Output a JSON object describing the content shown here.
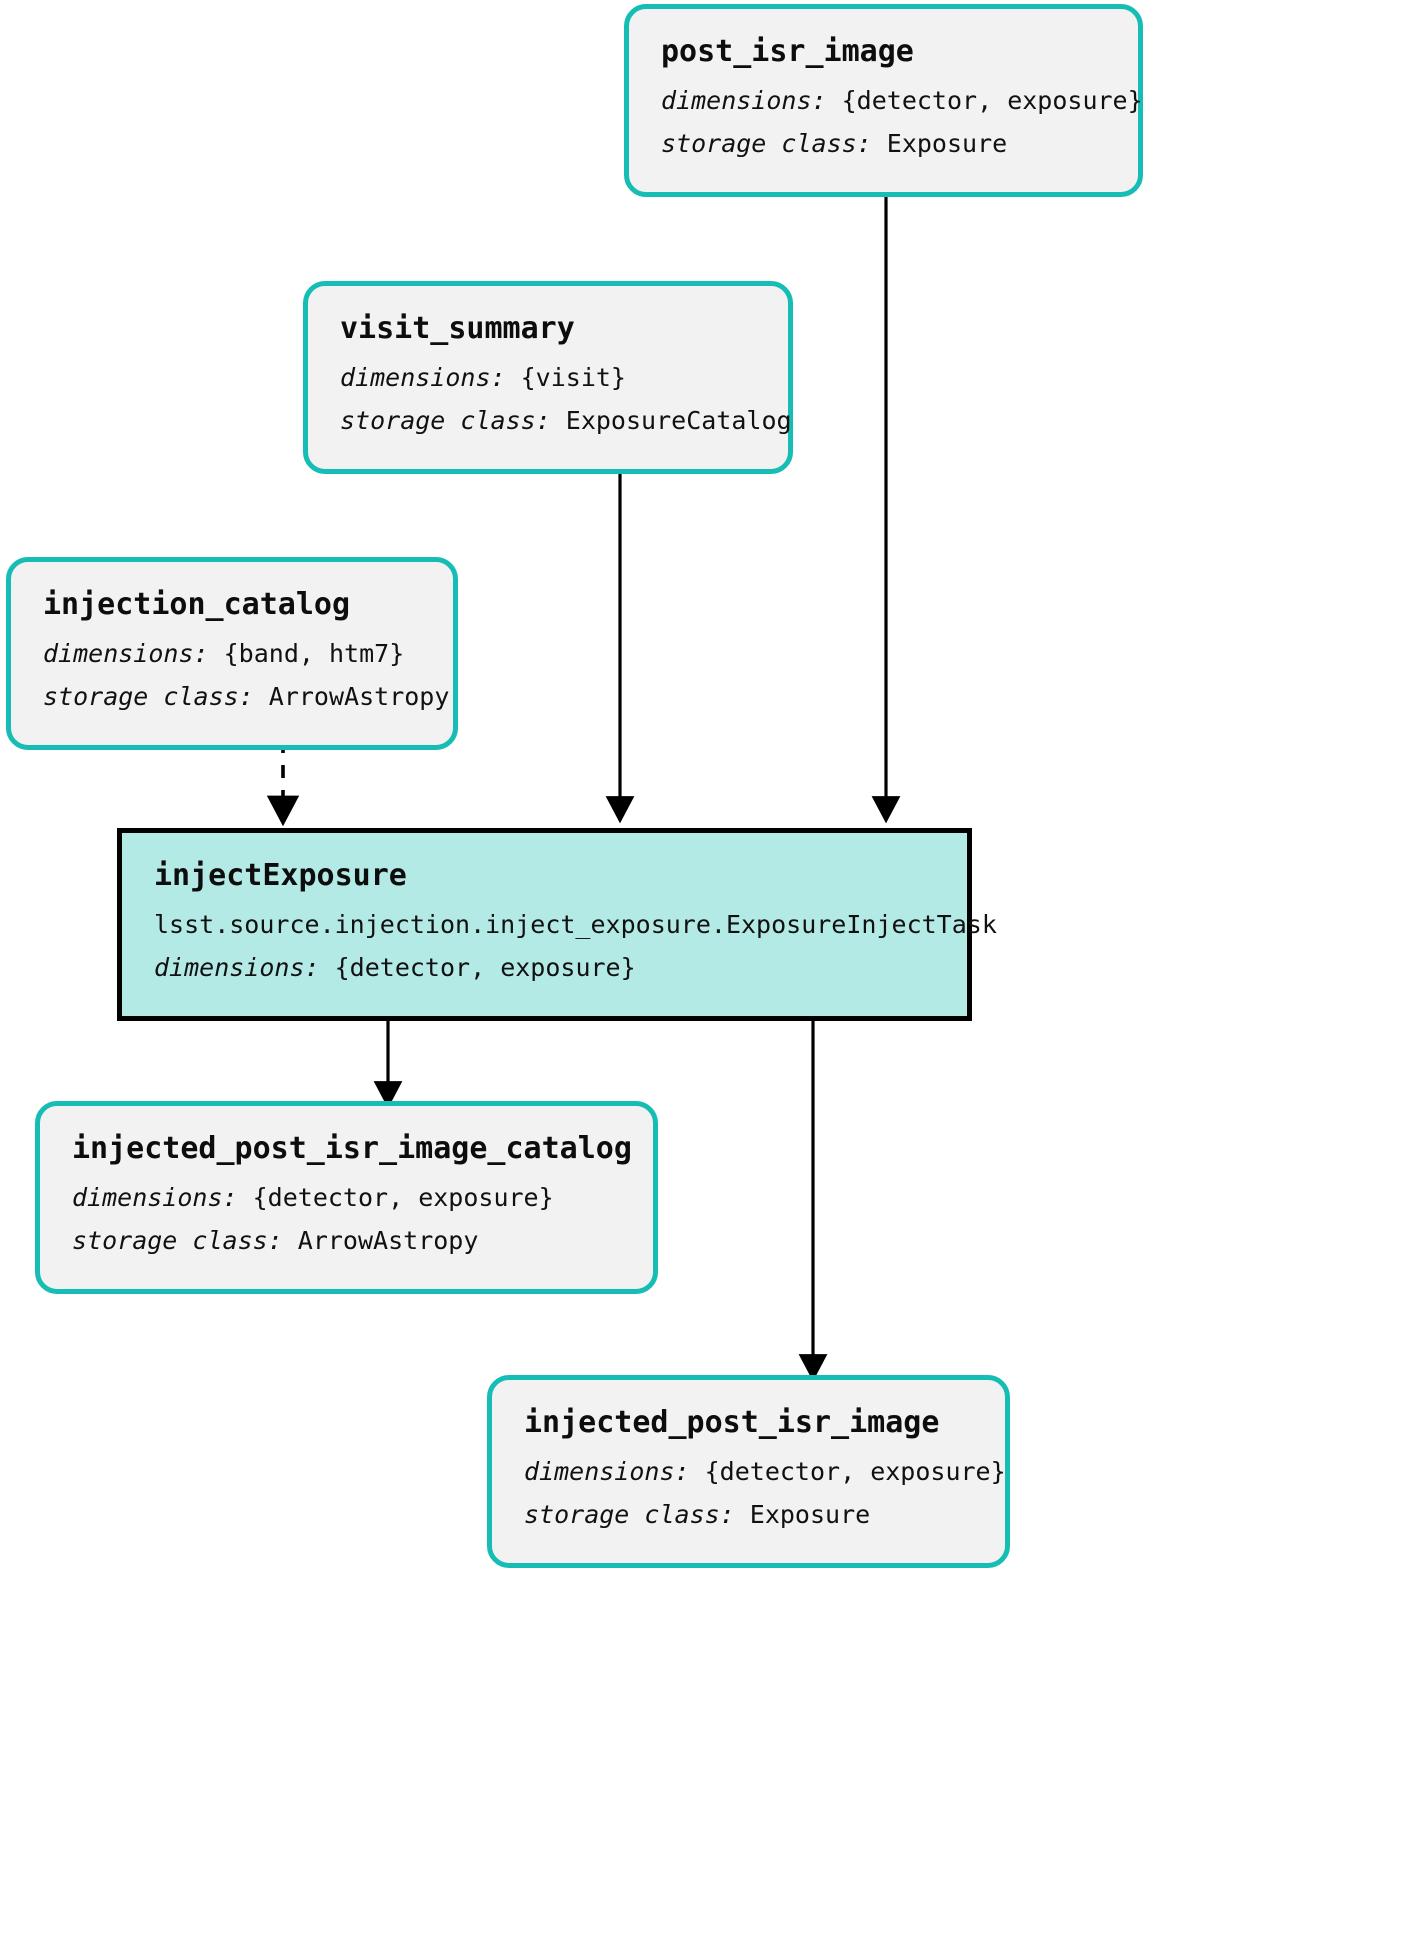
{
  "diagram": {
    "kind": "pipeline-dag",
    "palette": {
      "dataset_border": "#16bdb4",
      "dataset_fill": "#f2f2f2",
      "task_border": "#000000",
      "task_fill": "#b4eae6",
      "edge": "#000000",
      "text": "#111111"
    },
    "labels": {
      "dimensions_key": "dimensions:",
      "storage_key": "storage class:"
    }
  },
  "nodes": {
    "post_isr_image": {
      "type": "dataset",
      "title": "post_isr_image",
      "dimensions": "{detector, exposure}",
      "storage_class": "Exposure"
    },
    "visit_summary": {
      "type": "dataset",
      "title": "visit_summary",
      "dimensions": "{visit}",
      "storage_class": "ExposureCatalog"
    },
    "injection_catalog": {
      "type": "dataset",
      "title": "injection_catalog",
      "dimensions": "{band, htm7}",
      "storage_class": "ArrowAstropy"
    },
    "inject_exposure_task": {
      "type": "task",
      "title": "injectExposure",
      "class_path": "lsst.source.injection.inject_exposure.ExposureInjectTask",
      "dimensions": "{detector, exposure}"
    },
    "injected_post_isr_image_catalog": {
      "type": "dataset",
      "title": "injected_post_isr_image_catalog",
      "dimensions": "{detector, exposure}",
      "storage_class": "ArrowAstropy"
    },
    "injected_post_isr_image": {
      "type": "dataset",
      "title": "injected_post_isr_image",
      "dimensions": "{detector, exposure}",
      "storage_class": "Exposure"
    }
  },
  "edges": [
    {
      "from": "post_isr_image",
      "to": "inject_exposure_task",
      "style": "solid"
    },
    {
      "from": "visit_summary",
      "to": "inject_exposure_task",
      "style": "solid"
    },
    {
      "from": "injection_catalog",
      "to": "inject_exposure_task",
      "style": "dashed"
    },
    {
      "from": "inject_exposure_task",
      "to": "injected_post_isr_image_catalog",
      "style": "solid"
    },
    {
      "from": "inject_exposure_task",
      "to": "injected_post_isr_image",
      "style": "solid"
    }
  ]
}
